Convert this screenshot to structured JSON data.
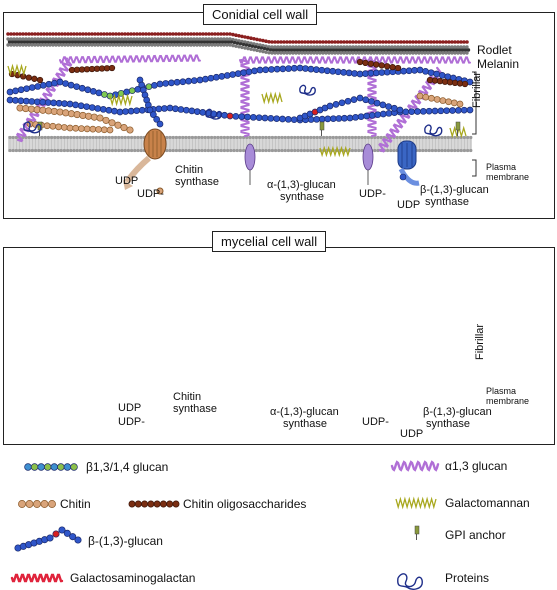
{
  "panels": {
    "conidial": {
      "title": "Conidial cell wall",
      "layers": [
        "Rodlet",
        "Melanin"
      ],
      "fibrillar": "Fibrillar",
      "plasma_line1": "Plasma",
      "plasma_line2": "membrane",
      "udp1": "UDP",
      "udp2": "UDP-",
      "chitin_synthase_line1": "Chitin",
      "chitin_synthase_line2": "synthase",
      "alpha_line1": "α-(1,3)-glucan",
      "alpha_line2": "synthase",
      "beta_udp1": "UDP-",
      "beta_udp2": "UDP",
      "beta_line1": "β-(1,3)-glucan",
      "beta_line2": "synthase"
    },
    "mycelial": {
      "title": "mycelial cell wall",
      "fibrillar": "Fibrillar",
      "plasma_line1": "Plasma",
      "plasma_line2": "membrane",
      "udp1": "UDP",
      "udp2": "UDP-",
      "chitin_synthase_line1": "Chitin",
      "chitin_synthase_line2": "synthase",
      "alpha_line1": "α-(1,3)-glucan",
      "alpha_line2": "synthase",
      "beta_udp1": "UDP-",
      "beta_udp2": "UDP",
      "beta_line1": "β-(1,3)-glucan",
      "beta_line2": "synthase"
    }
  },
  "legend": {
    "b1314": "β1,3/1,4 glucan",
    "chitin": "Chitin",
    "chitin_oligo": "Chitin oligosaccharides",
    "b13": "β-(1,3)-glucan",
    "gag": "Galactosaminogalactan",
    "a13": "α1,3 glucan",
    "galactomannan": "Galactomannan",
    "gpi": "GPI anchor",
    "proteins": "Proteins"
  },
  "colors": {
    "beta_glucan": "#2f56c9",
    "chitin": "#d9a47a",
    "chitin_oligo": "#7a2e12",
    "alpha_glucan": "#b06fd6",
    "gag": "#e0243c",
    "galactomannan": "#a8a81e",
    "green_bead": "#8cc04a",
    "rodlet": "#8b1f1f",
    "melanin": "#555555",
    "synthase_blue": "#3a66c4",
    "synthase_orange": "#c8824a",
    "synthase_purple": "#a88cd8"
  }
}
